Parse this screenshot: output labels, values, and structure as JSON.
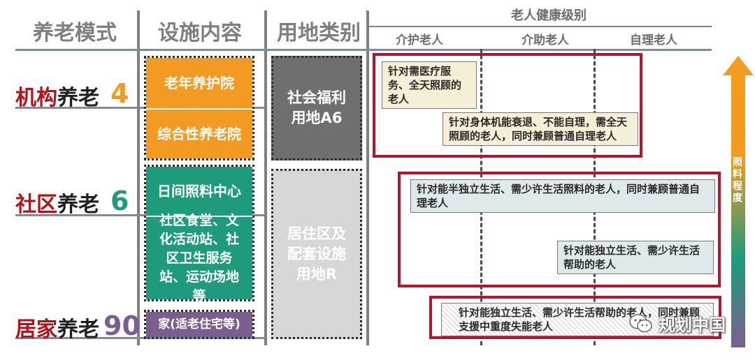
{
  "headers": {
    "mode": "养老模式",
    "facility": "设施内容",
    "land": "用地类别",
    "health": "老人健康级别",
    "health_levels": [
      "介护老人",
      "介助老人",
      "自理老人"
    ]
  },
  "modes": [
    {
      "red": "机构",
      "black": "养老",
      "num": "4",
      "color": "#f29a21"
    },
    {
      "red": "社区",
      "black": "养老",
      "num": "6",
      "color": "#1e9b7d"
    },
    {
      "red": "居家",
      "black": "养老",
      "num": "90",
      "color": "#7b5e91"
    }
  ],
  "facilities": {
    "institution": [
      "老年养护院",
      "综合性养老院"
    ],
    "community": [
      "日间照料中心",
      "社区食堂、文化活动站、社区卫生服务站、运动场地等"
    ],
    "home": [
      "家(适老住宅等)"
    ]
  },
  "land_types": [
    "社会福利用地A6",
    "居住区及配套设施用地R"
  ],
  "notes": [
    "针对需医疗服务、全天照顾的老人",
    "针对身体机能衰退、不能自理，需全天照顾的老人，同时兼顾普通自理老人",
    "针对能半独立生活、需少许生活照料的老人，同时兼顾普通自理老人",
    "针对能独立生活、需少许生活帮助的老人",
    "针对能独立生活、需少许生活帮助的老人，同时兼顾支援中重度失能老人"
  ],
  "care_arrow_label": "照料程度",
  "watermark": "规划中国",
  "icons": {
    "watermark": "wechat-icon"
  }
}
